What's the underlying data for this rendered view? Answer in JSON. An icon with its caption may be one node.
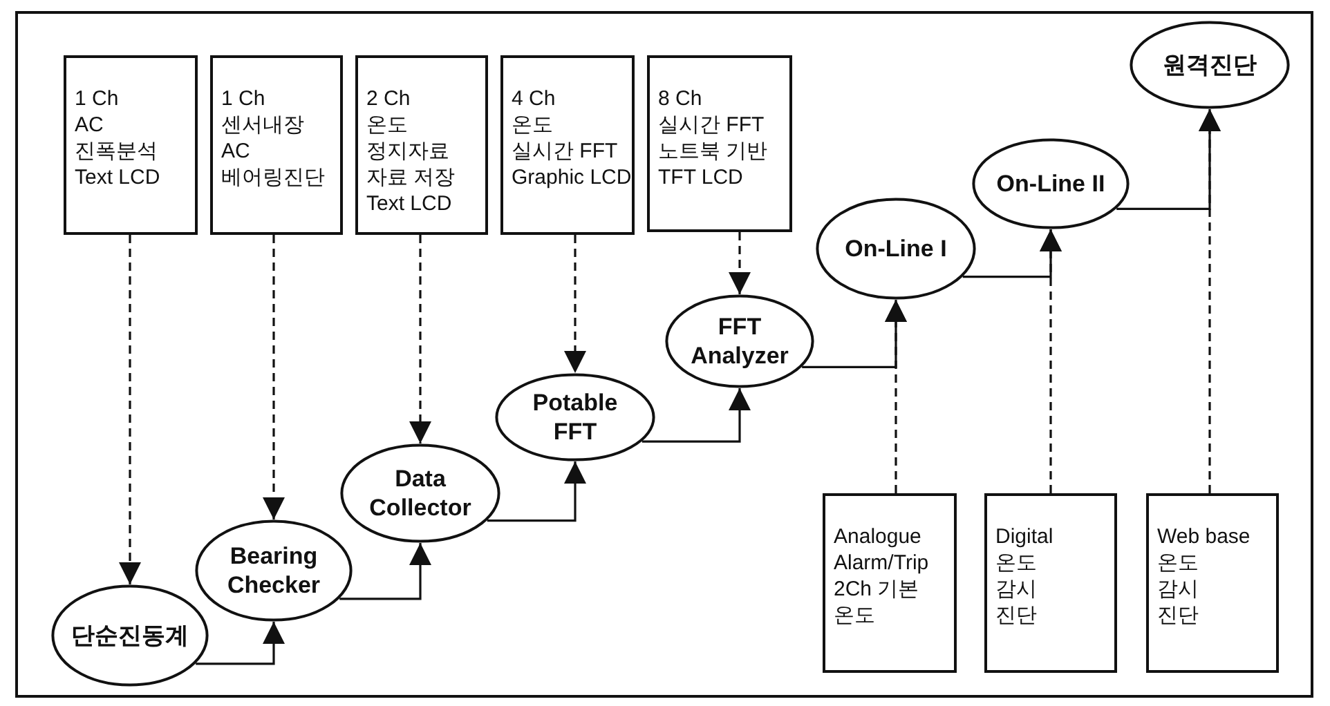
{
  "diagram": {
    "nodes": [
      {
        "text": [
          "1 Ch",
          "AC",
          "진폭분석",
          "Text LCD"
        ]
      },
      {
        "text": [
          "1 Ch",
          "센서내장",
          "AC",
          "베어링진단"
        ]
      },
      {
        "text": [
          "2 Ch",
          "온도",
          "정지자료",
          "자료 저장",
          "Text LCD"
        ]
      },
      {
        "text": [
          "4 Ch",
          "온도",
          "실시간 FFT",
          "Graphic LCD"
        ]
      },
      {
        "text": [
          "8 Ch",
          "실시간 FFT",
          "노트북 기반",
          "TFT LCD"
        ]
      },
      {
        "text": [
          "단순진동계"
        ]
      },
      {
        "text": [
          "Bearing Checker"
        ]
      },
      {
        "text": [
          "Data Collector"
        ]
      },
      {
        "text": [
          "Potable FFT"
        ]
      },
      {
        "text": [
          "FFT Analyzer"
        ]
      },
      {
        "text": [
          "On-Line I"
        ]
      },
      {
        "text": [
          "On-Line II"
        ]
      },
      {
        "text": [
          "원격진단"
        ]
      },
      {
        "text": [
          "Analogue",
          "Alarm/Trip",
          "2Ch 기본",
          "온도"
        ]
      },
      {
        "text": [
          "Digital",
          "온도",
          "감시",
          "진단"
        ]
      },
      {
        "text": [
          "Web base",
          "온도",
          "감시",
          "진단"
        ]
      }
    ],
    "edges": [
      {
        "from": 0,
        "to": 5,
        "arrow": "to",
        "style": "dashed"
      },
      {
        "from": 1,
        "to": 6,
        "arrow": "to",
        "style": "dashed"
      },
      {
        "from": 2,
        "to": 7,
        "arrow": "to",
        "style": "dashed"
      },
      {
        "from": 3,
        "to": 8,
        "arrow": "to",
        "style": "dashed"
      },
      {
        "from": 4,
        "to": 9,
        "arrow": "to",
        "style": "dashed"
      },
      {
        "from": 5,
        "to": 6,
        "arrow": "to"
      },
      {
        "from": 6,
        "to": 7,
        "arrow": "to"
      },
      {
        "from": 7,
        "to": 8,
        "arrow": "to"
      },
      {
        "from": 8,
        "to": 9,
        "arrow": "to"
      },
      {
        "from": 9,
        "to": 10,
        "arrow": "to"
      },
      {
        "from": 10,
        "to": 11,
        "arrow": "to"
      },
      {
        "from": 11,
        "to": 12,
        "arrow": "to"
      },
      {
        "from": 13,
        "to": 10,
        "arrow": "to",
        "style": "dashed"
      },
      {
        "from": 14,
        "to": 11,
        "arrow": "to",
        "style": "dashed"
      },
      {
        "from": 15,
        "to": 12,
        "arrow": "to",
        "style": "dashed"
      }
    ]
  }
}
